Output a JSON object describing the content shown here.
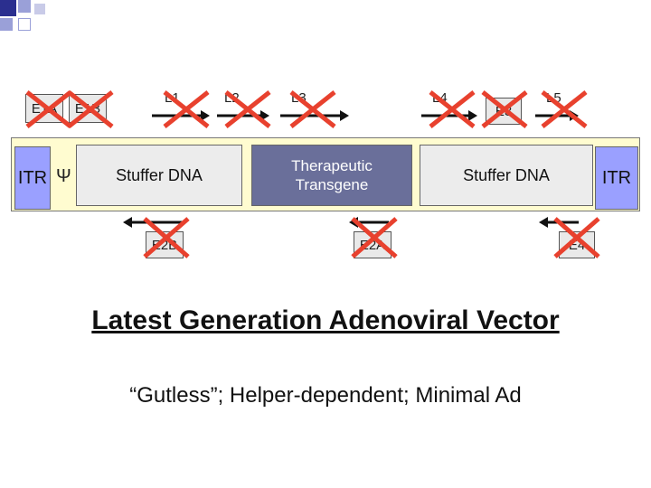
{
  "genes_top": {
    "e1a": "E1A",
    "e1b": "E1B",
    "l1": "L1",
    "l2": "L2",
    "l3": "L3",
    "l4": "L4",
    "e3": "E3",
    "l5": "L5"
  },
  "genes_bottom": {
    "e2b": "E2B",
    "e2a": "E2A",
    "e4": "E4"
  },
  "strip": {
    "itr_left": "ITR",
    "psi": "Ψ",
    "stuffer_left": "Stuffer DNA",
    "therapeutic": "Therapeutic\nTransgene",
    "stuffer_right": "Stuffer DNA",
    "itr_right": "ITR"
  },
  "title": "Latest Generation Adenoviral Vector",
  "subtitle": "“Gutless”;  Helper-dependent;  Minimal Ad",
  "colors": {
    "cross": "#e8412e",
    "itr": "#9aa0ff",
    "transgene": "#6a6f9a",
    "backbone": "#fffcd0",
    "corner_squares": "#2b2f8f"
  }
}
